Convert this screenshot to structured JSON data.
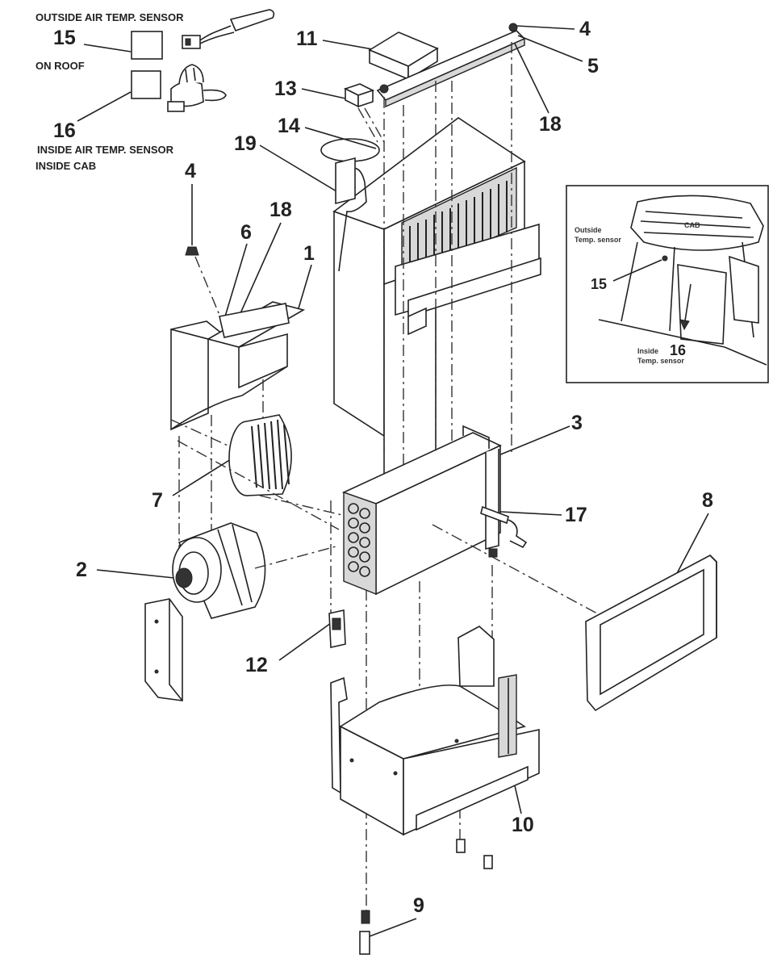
{
  "captions": {
    "outside_sensor": "OUTSIDE AIR TEMP. SENSOR",
    "on_roof": "ON ROOF",
    "inside_sensor": "INSIDE AIR TEMP. SENSOR",
    "inside_cab": "INSIDE CAB"
  },
  "inset": {
    "cab": "CAB",
    "outside_line1": "Outside",
    "outside_line2": "Temp. sensor",
    "inside_line1": "Inside",
    "inside_line2": "Temp. sensor",
    "label_15": "15",
    "label_16": "16"
  },
  "callouts": {
    "c1": "1",
    "c2": "2",
    "c3": "3",
    "c4_top": "4",
    "c4_left": "4",
    "c5": "5",
    "c6": "6",
    "c7": "7",
    "c8": "8",
    "c9": "9",
    "c10": "10",
    "c11": "11",
    "c12": "12",
    "c13": "13",
    "c14": "14",
    "c15": "15",
    "c16": "16",
    "c17": "17",
    "c18_top": "18",
    "c18_left": "18",
    "c19": "19"
  }
}
